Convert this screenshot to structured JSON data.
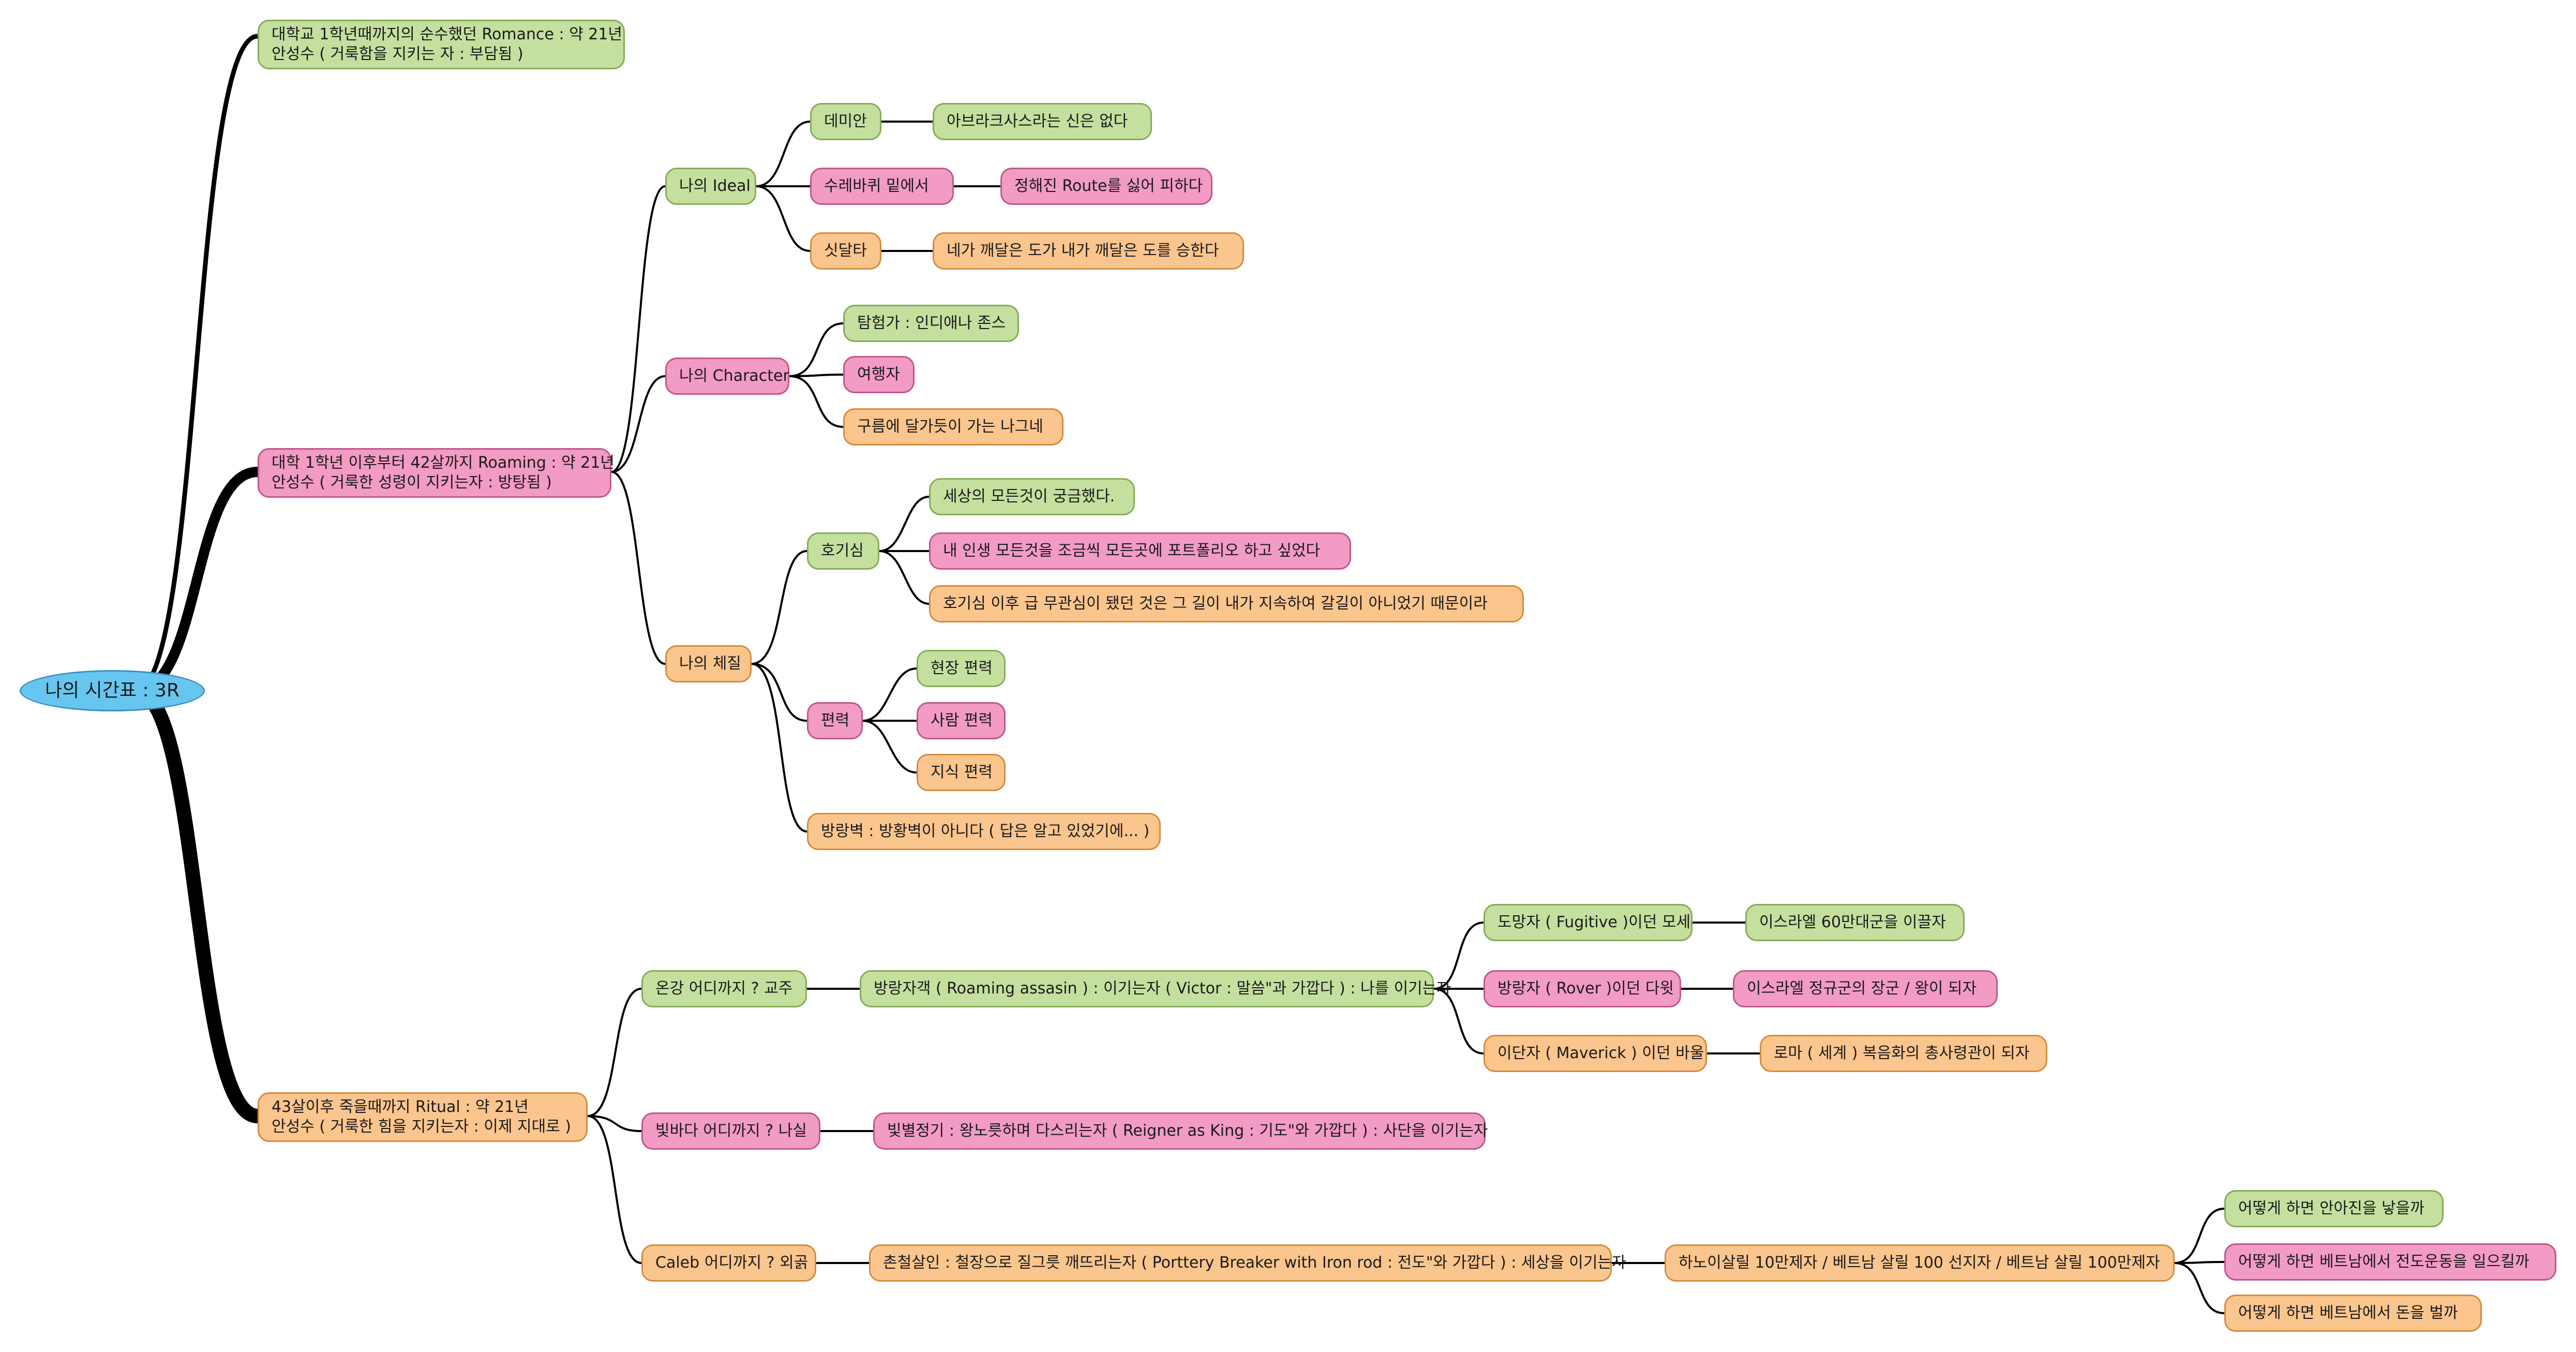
{
  "nodes": {
    "root": "나의 시간표 : 3R",
    "romance": [
      "대학교 1학년때까지의 순수했던 Romance : 약 21년",
      "안성수 ( 거룩함을 지키는 자 : 부담됨 )"
    ],
    "roaming": [
      "대학 1학년 이후부터 42살까지 Roaming : 약 21년",
      "안성수 ( 거룩한 성령이 지키는자 : 방탕됨 )"
    ],
    "ritual": [
      "43살이후 죽을때까지 Ritual : 약 21년",
      "안성수 ( 거룩한 힘을 지키는자 : 이제 지대로 )"
    ],
    "ideal": "나의 Ideal",
    "demian": "데미안",
    "abraxas": "아브라크사스라는 신은 없다",
    "wheel": "수레바퀴 밑에서",
    "route": "정해진 Route를 싫어 피하다",
    "siddhartha": "싯달타",
    "siddhartha_quote": "네가 깨달은 도가 내가 깨달은 도를 승한다",
    "character": "나의 Character",
    "explorer": "탐험가 : 인디애나 존스",
    "traveler": "여행자",
    "cloud": "구름에 달가듯이 가는 나그네",
    "nature": "나의 체질",
    "curiosity": "호기심",
    "cur1": "세상의 모든것이 궁금했다.",
    "cur2": "내 인생 모든것을 조금씩 모든곳에 포트폴리오 하고 싶었다",
    "cur3": "호기심 이후 급 무관심이 됐던 것은 그 길이 내가 지속하여 갈길이 아니었기 때문이라",
    "bias": "편력",
    "bias1": "현장 편력",
    "bias2": "사람 편력",
    "bias3": "지식 편력",
    "wander": "방랑벽 : 방황벽이 아니다 ( 답은 알고 있었기에... )",
    "q1": "온강 어디까지 ? 교주",
    "assassin": "방랑자객 ( Roaming assasin ) : 이기는자 ( Victor : 말씀\"과 가깝다 ) : 나를 이기는자",
    "fugitive": "도망자 ( Fugitive )이던 모세",
    "israel60": "이스라엘 60만대군을 이끌자",
    "rover": "방랑자 ( Rover )이던 다윗",
    "israel_king": "이스라엘 정규군의 장군 / 왕이 되자",
    "maverick": "이단자 ( Maverick ) 이던 바울",
    "rome": "로마 ( 세계 ) 복음화의 총사령관이 되자",
    "q2": "빛바다 어디까지 ? 나실",
    "reigner": "빛별정기 : 왕노릇하며 다스리는자 ( Reigner as King : 기도\"와 가깝다 ) : 사단을 이기는자",
    "q3": "Caleb 어디까지 ? 외곩",
    "breaker": "촌철살인 : 철장으로 질그릇 깨뜨리는자 ( Porttery Breaker with Iron rod : 전도\"와 가깝다 ) : 세상을 이기는자",
    "hanoi": "하노이살릴 10만제자 / 베트남 살릴 100 선지자 / 베트남 살릴 100만제자",
    "how1": "어떻게 하면 안아진을 낳을까",
    "how2": "어떻게 하면 베트남에서 전도운동을 일으킬까",
    "how3": "어떻게 하면 베트남에서 돈을 벌까"
  },
  "colors": {
    "root": "#67c6ef",
    "green": "#c5df9f",
    "pink": "#f29bc4",
    "orange": "#fbc58e",
    "connector": "#000000"
  }
}
